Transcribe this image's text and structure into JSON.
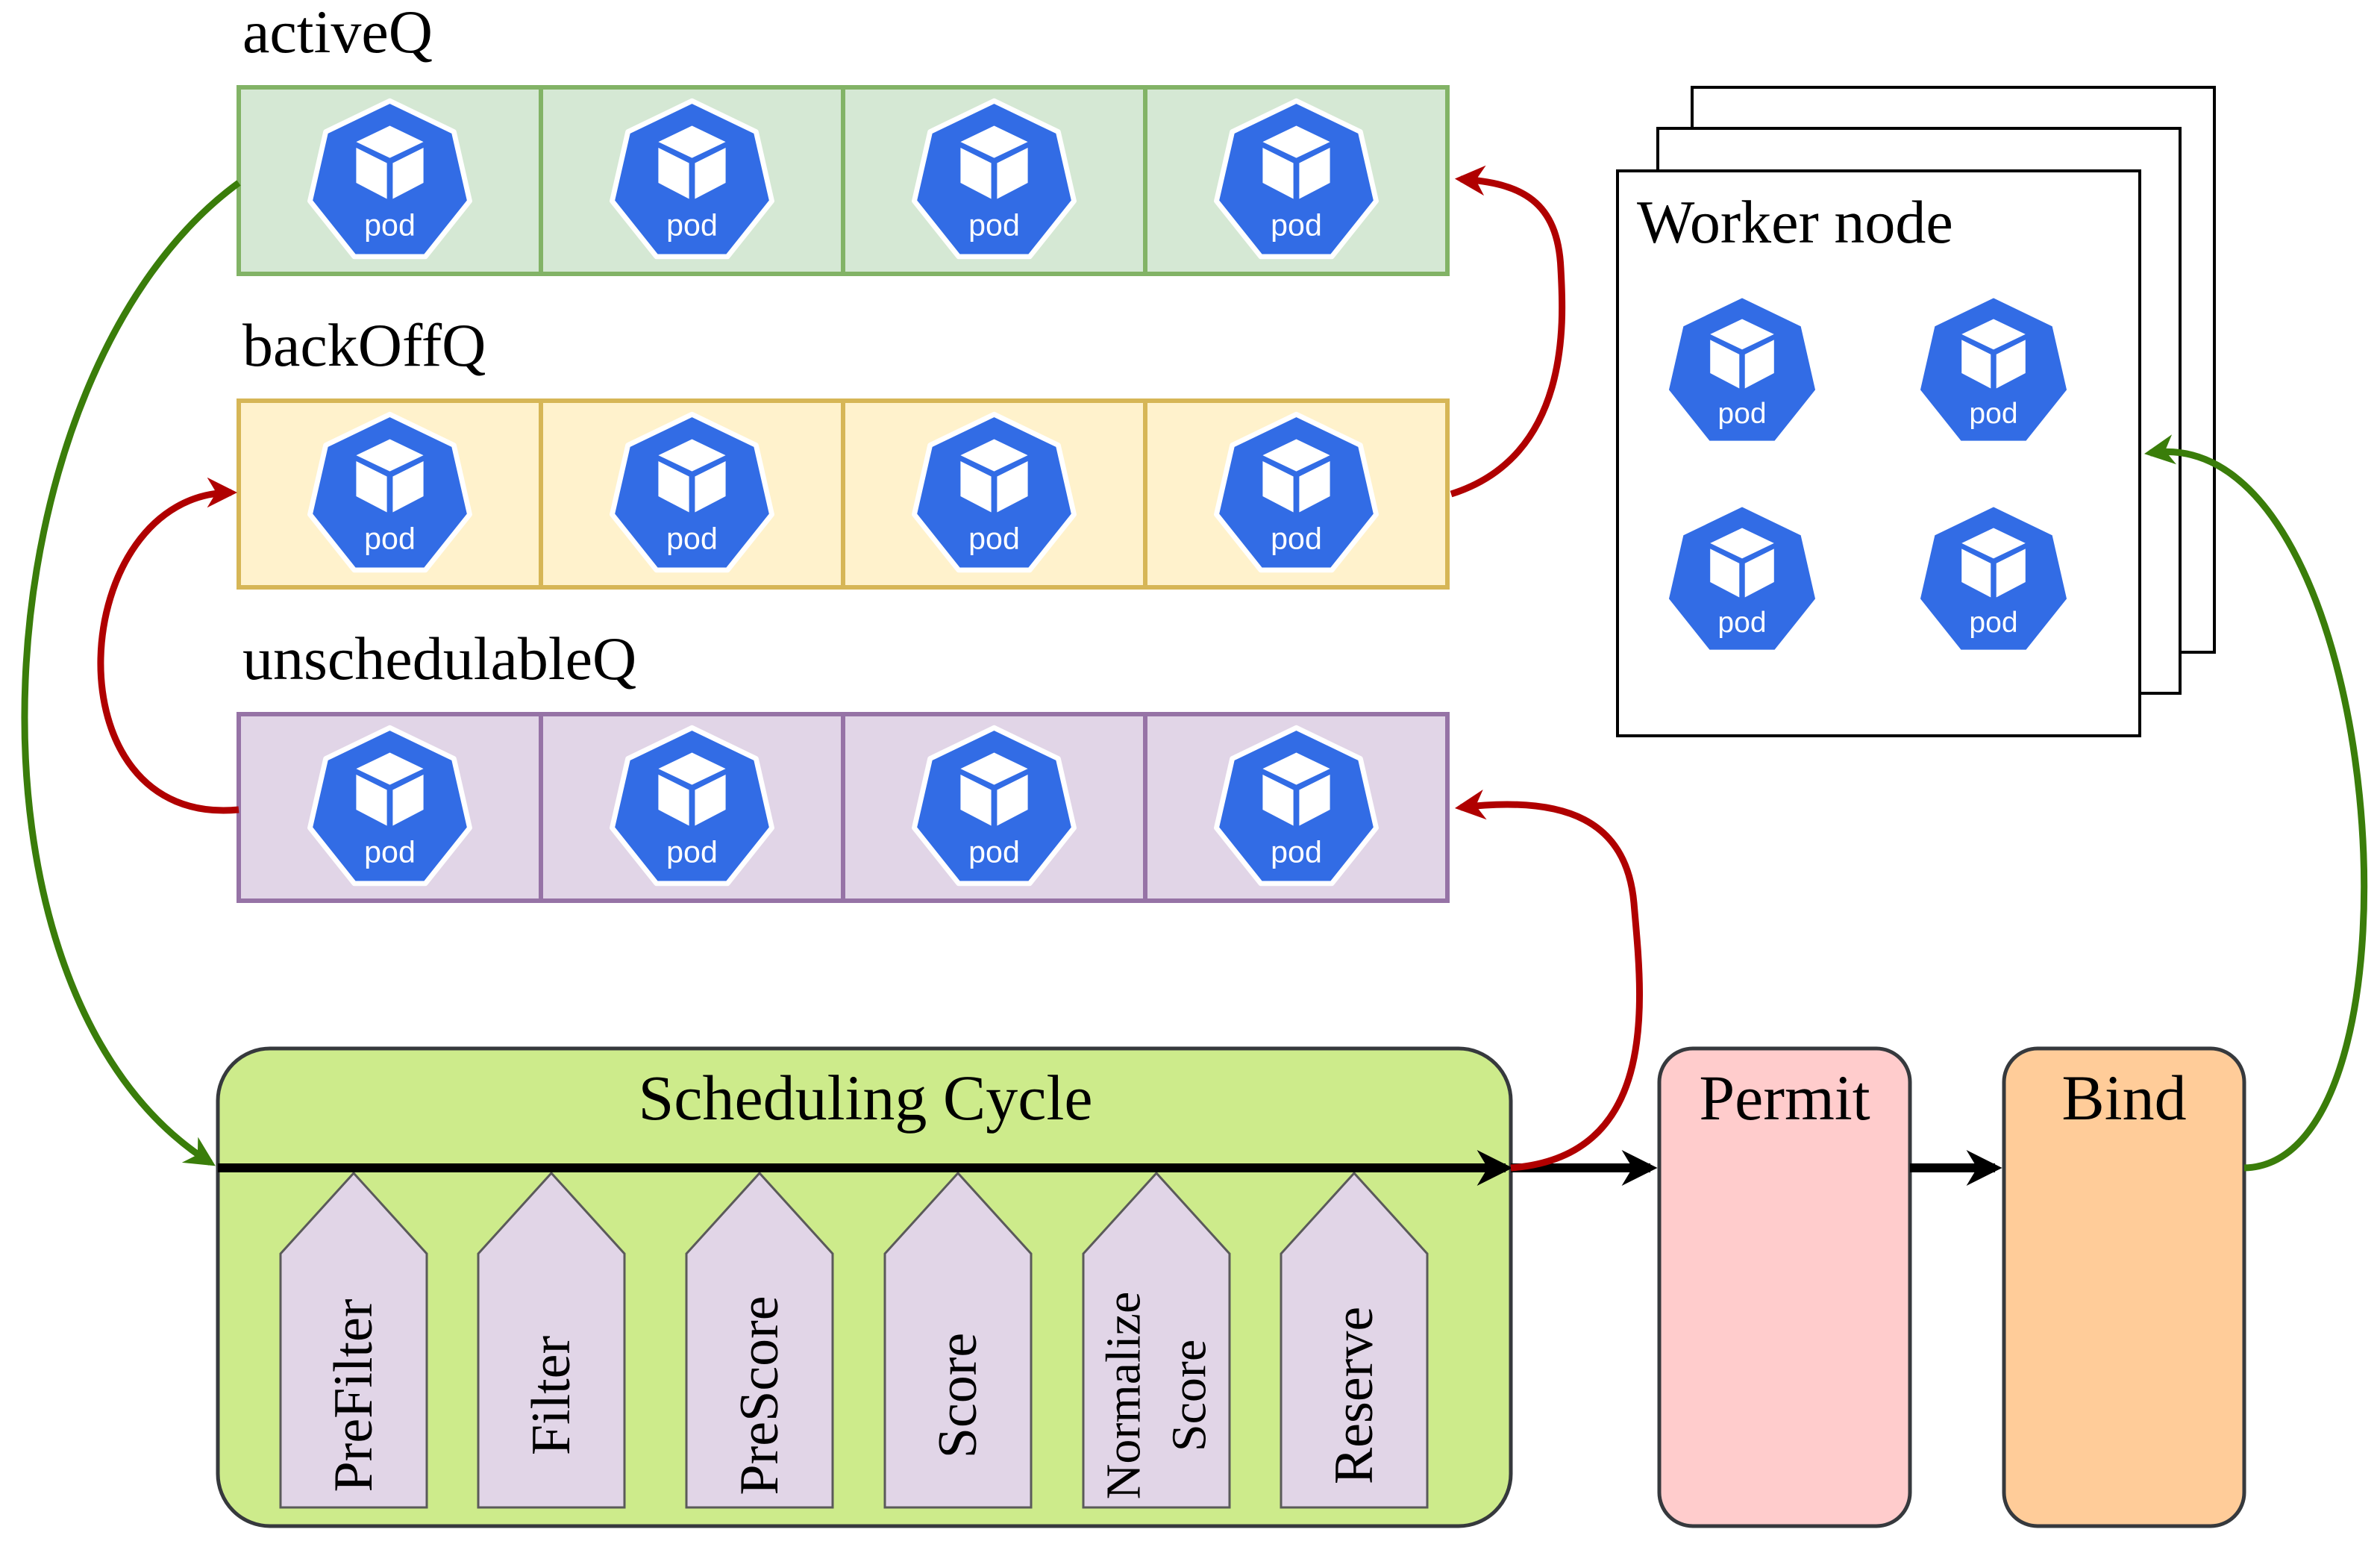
{
  "queues": [
    {
      "id": "active",
      "label": "activeQ",
      "fill": "#d5e8d4",
      "stroke": "#82b366",
      "pods": [
        "pod",
        "pod",
        "pod",
        "pod"
      ]
    },
    {
      "id": "backoff",
      "label": "backOffQ",
      "fill": "#fff2cc",
      "stroke": "#d6b656",
      "pods": [
        "pod",
        "pod",
        "pod",
        "pod"
      ]
    },
    {
      "id": "unschedulable",
      "label": "unschedulableQ",
      "fill": "#e1d5e7",
      "stroke": "#9673a6",
      "pods": [
        "pod",
        "pod",
        "pod",
        "pod"
      ]
    }
  ],
  "worker": {
    "title": "Worker node",
    "pods": [
      "pod",
      "pod",
      "pod",
      "pod"
    ]
  },
  "cycle": {
    "title": "Scheduling Cycle",
    "fill": "#cdeb8b",
    "plugins": [
      {
        "lines": [
          "PreFilter"
        ]
      },
      {
        "lines": [
          "Filter"
        ]
      },
      {
        "lines": [
          "PreScore"
        ]
      },
      {
        "lines": [
          "Score"
        ]
      },
      {
        "lines": [
          "Normalize",
          "Score"
        ]
      },
      {
        "lines": [
          "Reserve"
        ]
      }
    ],
    "plugin_fill": "#e1d5e7"
  },
  "permit": {
    "label": "Permit",
    "fill": "#ffcccc"
  },
  "bind": {
    "label": "Bind",
    "fill": "#ffcc99"
  },
  "colors": {
    "pod": "#326ce5",
    "green_arrow": "#3a7d0a",
    "red_arrow": "#b00000",
    "black_arrow": "#000000"
  },
  "icons": {
    "pod": "kubernetes-pod-icon"
  }
}
